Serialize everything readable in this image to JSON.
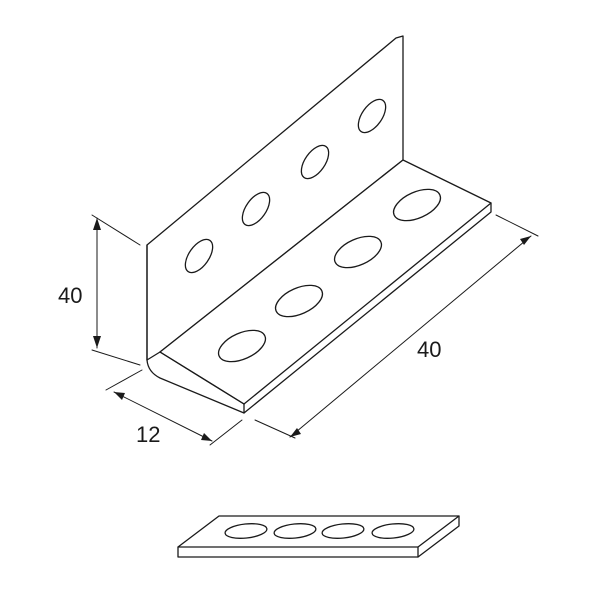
{
  "dimensions": {
    "height_label": "40",
    "length_label": "40",
    "width_label": "12"
  },
  "parts": {
    "angle_bracket_holes_per_flange": 4,
    "flat_plate_holes": 4
  }
}
